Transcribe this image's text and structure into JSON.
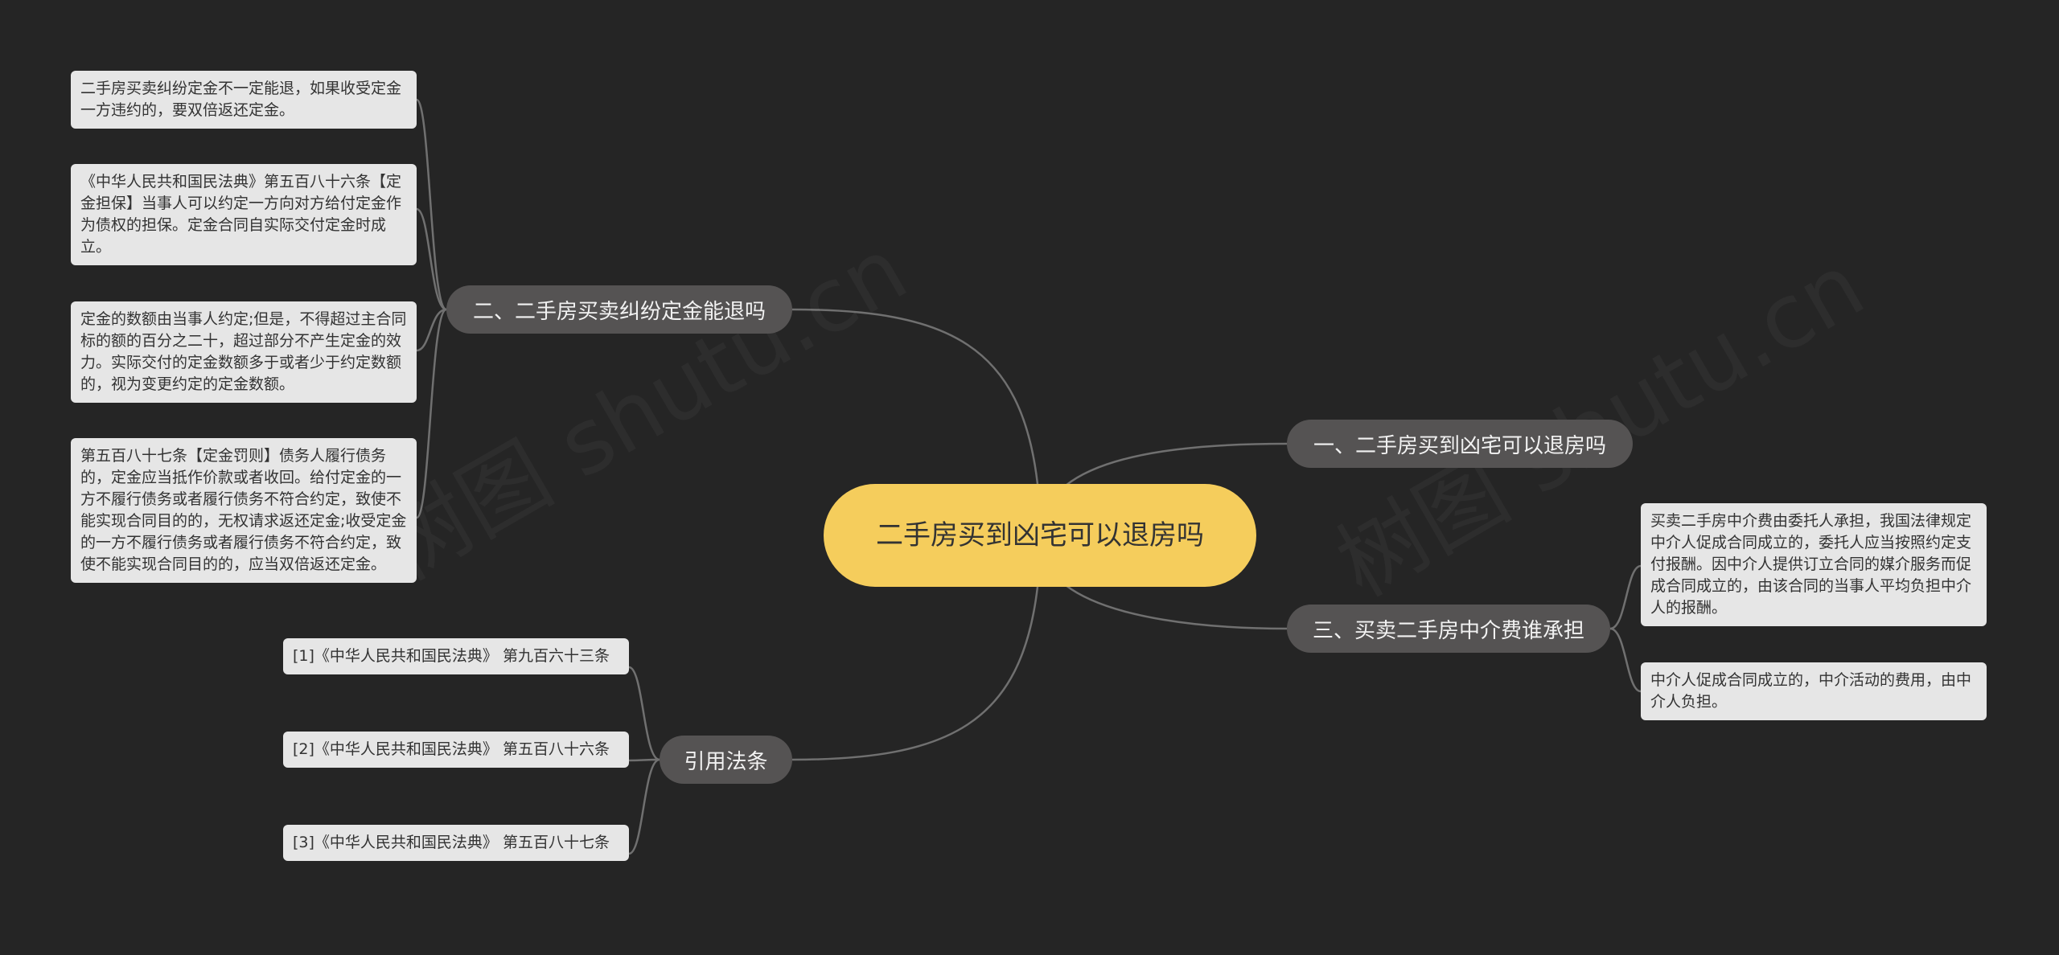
{
  "root": {
    "title": "二手房买到凶宅可以退房吗"
  },
  "branches": [
    {
      "label": "二、二手房买卖纠纷定金能退吗"
    },
    {
      "label": "一、二手房买到凶宅可以退房吗"
    },
    {
      "label": "三、买卖二手房中介费谁承担"
    },
    {
      "label": "引用法条"
    }
  ],
  "leaves": {
    "deposit": [
      "二手房买卖纠纷定金不一定能退，如果收受定金一方违约的，要双倍返还定金。",
      "《中华人民共和国民法典》第五百八十六条【定金担保】当事人可以约定一方向对方给付定金作为债权的担保。定金合同自实际交付定金时成立。",
      "定金的数额由当事人约定;但是，不得超过主合同标的额的百分之二十，超过部分不产生定金的效力。实际交付的定金数额多于或者少于约定数额的，视为变更约定的定金数额。",
      "第五百八十七条【定金罚则】债务人履行债务的，定金应当抵作价款或者收回。给付定金的一方不履行债务或者履行债务不符合约定，致使不能实现合同目的的，无权请求返还定金;收受定金的一方不履行债务或者履行债务不符合约定，致使不能实现合同目的的，应当双倍返还定金。"
    ],
    "agency": [
      "买卖二手房中介费由委托人承担，我国法律规定中介人促成合同成立的，委托人应当按照约定支付报酬。因中介人提供订立合同的媒介服务而促成合同成立的，由该合同的当事人平均负担中介人的报酬。",
      "中介人促成合同成立的，中介活动的费用，由中介人负担。"
    ],
    "laws": [
      "[1]《中华人民共和国民法典》 第九百六十三条",
      "[2]《中华人民共和国民法典》 第五百八十六条",
      "[3]《中华人民共和国民法典》 第五百八十七条"
    ]
  },
  "watermark": [
    "树图 shutu.cn",
    "树图 shutu.cn"
  ],
  "colors": {
    "background": "#252525",
    "root_fill": "#f5cd5c",
    "branch_fill": "#555353",
    "leaf_fill": "#e6e6e6",
    "connector": "#707070"
  }
}
